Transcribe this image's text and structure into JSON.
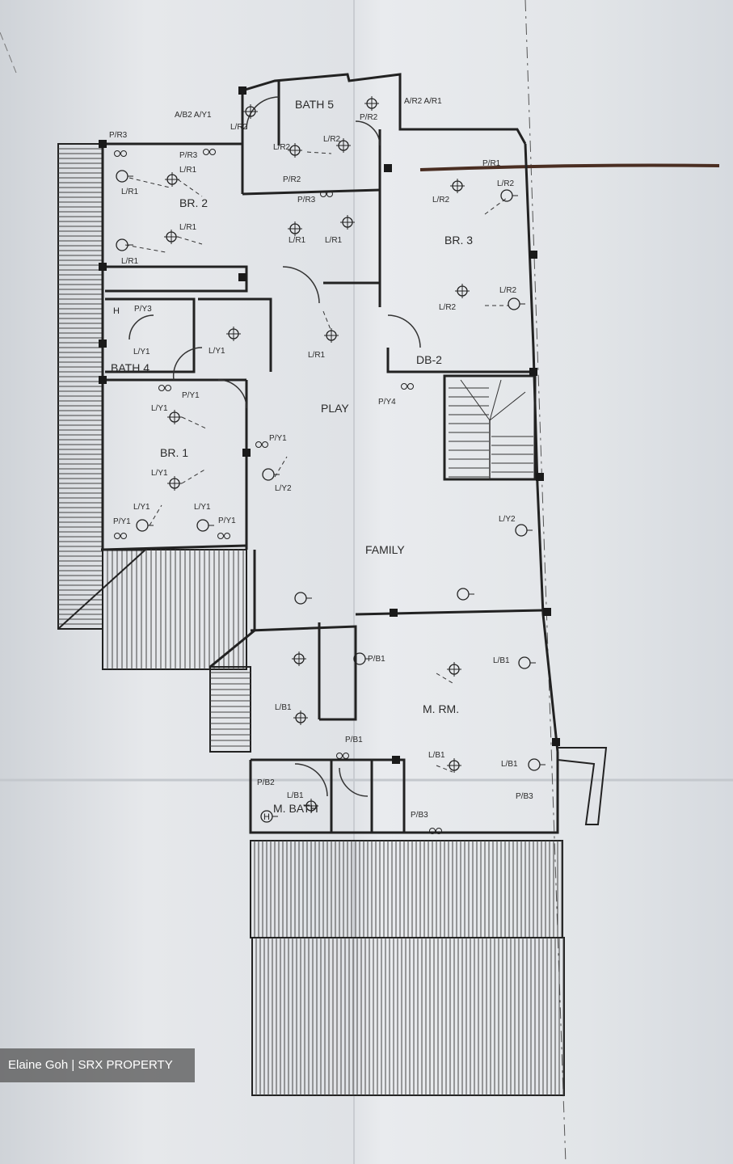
{
  "rooms": {
    "bath5": "BATH 5",
    "br2": "BR. 2",
    "br3": "BR. 3",
    "db2": "DB-2",
    "bath4": "BATH 4",
    "play": "PLAY",
    "br1": "BR. 1",
    "family": "FAMILY",
    "mrm": "M. RM.",
    "mbath": "M. BATH"
  },
  "tags": {
    "ab2_ay1": "A/B2  A/Y1",
    "ar2_ar1": "A/R2  A/R1",
    "pr3": "P/R3",
    "pr3b": "P/R3",
    "pr3c": "P/R3",
    "lr2a": "L/R2",
    "lr2b": "L/R2",
    "lr2c": "L/R2",
    "lr2d": "L/R2",
    "lr2e": "L/R2",
    "lr2f": "L/R2",
    "lr2g": "L/R2",
    "pr2": "P/R2",
    "pr2b": "P/R2",
    "pr1": "P/R1",
    "lr1a": "L/R1",
    "lr1b": "L/R1",
    "lr1c": "L/R1",
    "lr1d": "L/R1",
    "lr1e": "L/R1",
    "lr1f": "L/R1",
    "lr1g": "L/R1",
    "py3": "P/Y3",
    "ly1a": "L/Y1",
    "ly1b": "L/Y1",
    "py1a": "P/Y1",
    "ly1c": "L/Y1",
    "ly1d": "L/Y1",
    "ly1e": "L/Y1",
    "ly1f": "L/Y1",
    "py1b": "P/Y1",
    "py1c": "P/Y1",
    "py1d": "P/Y1",
    "ly2a": "L/Y2",
    "ly2b": "L/Y2",
    "py4": "P/Y4",
    "pb1a": "P/B1",
    "pb1b": "P/B1",
    "lb1a": "L/B1",
    "lb1b": "L/B1",
    "lb1c": "L/B1",
    "lb1d": "L/B1",
    "lb1e": "L/B1",
    "pb2": "P/B2",
    "pb3a": "P/B3",
    "pb3b": "P/B3"
  },
  "watermark": "Elaine Goh | SRX PROPERTY"
}
